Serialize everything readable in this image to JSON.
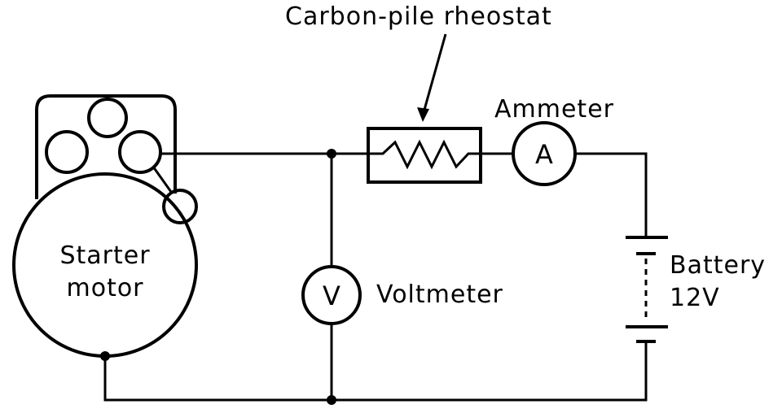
{
  "labels": {
    "rheostat": "Carbon-pile rheostat",
    "ammeter": "Ammeter",
    "voltmeter": "Voltmeter",
    "starter_line1": "Starter",
    "starter_line2": "motor",
    "battery_line1": "Battery",
    "battery_line2": "12V"
  },
  "symbols": {
    "ammeter": "A",
    "voltmeter": "V"
  },
  "colors": {
    "line": "#000000",
    "background": "#ffffff"
  }
}
